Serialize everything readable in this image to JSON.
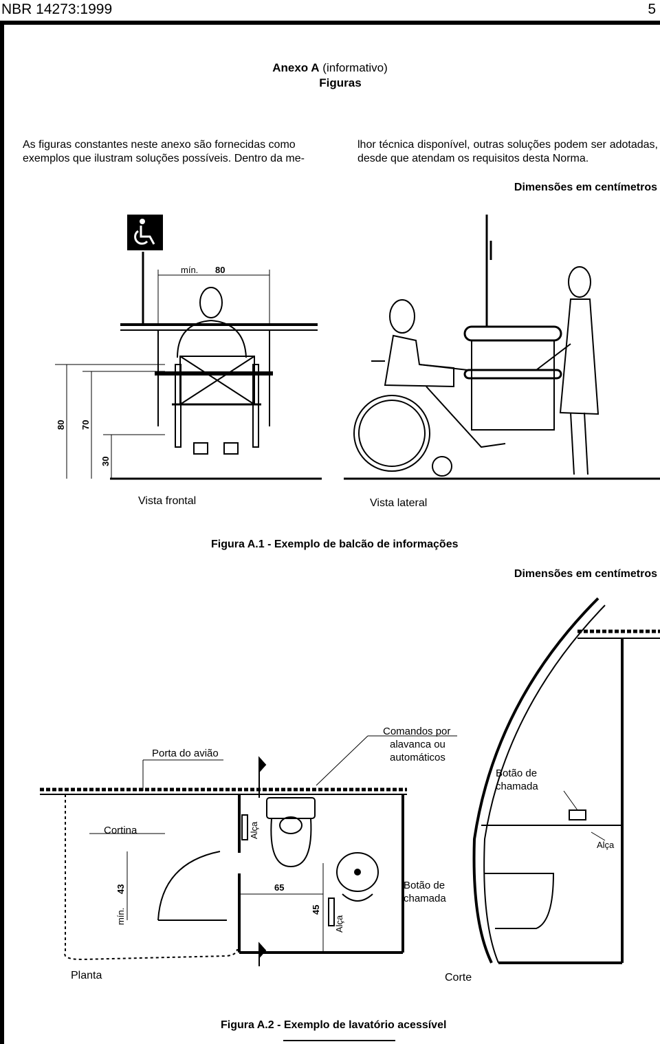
{
  "header": {
    "standard": "NBR 14273:1999",
    "page_number": "5"
  },
  "annex": {
    "label": "Anexo A",
    "qualifier": "(informativo)",
    "subtitle": "Figuras"
  },
  "intro": {
    "col1": "As figuras constantes neste anexo são fornecidas como exemplos que ilustram soluções possíveis. Dentro da me-",
    "col2": "lhor técnica disponível, outras soluções podem ser adotadas, desde que atendam os requisitos desta Norma."
  },
  "figure1": {
    "dimensions_note": "Dimensões em centímetros",
    "dim_labels": {
      "min": "mín.",
      "width": "80",
      "h80": "80",
      "h70": "70",
      "h30": "30"
    },
    "view_front": "Vista frontal",
    "view_side": "Vista lateral",
    "caption": "Figura A.1 - Exemplo de balcão de informações"
  },
  "figure2": {
    "dimensions_note": "Dimensões em centímetros",
    "labels": {
      "door": "Porta do avião",
      "controls_1": "Comandos por",
      "controls_2": "alavanca ou",
      "controls_3": "automáticos",
      "call_button_1": "Botão de",
      "call_button_2": "chamada",
      "curtain": "Cortina",
      "handle": "Alça",
      "min": "mín.",
      "d43": "43",
      "d65": "65",
      "d45": "45",
      "plan": "Planta",
      "section": "Corte"
    },
    "caption": "Figura A.2 - Exemplo de lavatório acessível"
  }
}
